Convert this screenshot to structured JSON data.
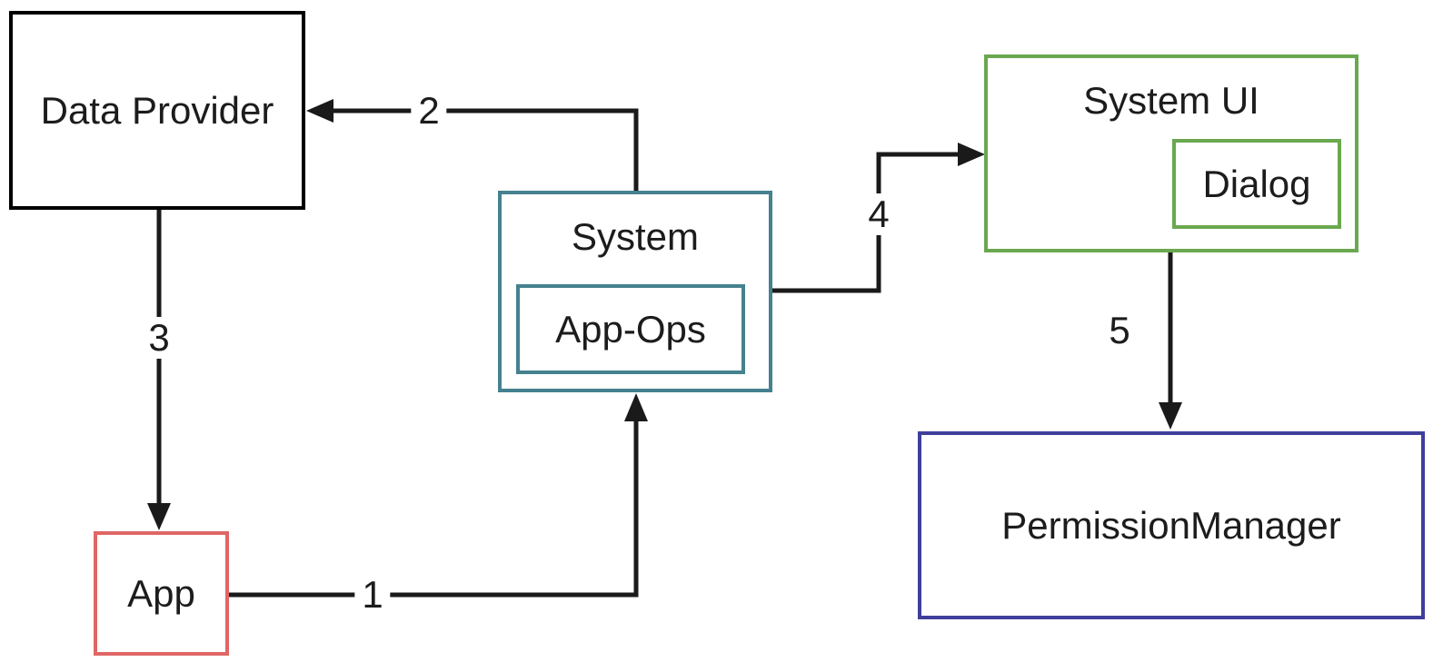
{
  "diagram": {
    "nodes": {
      "data_provider": {
        "label": "Data Provider",
        "border_color": "#000000"
      },
      "app": {
        "label": "App",
        "border_color": "#e06666"
      },
      "system": {
        "label": "System",
        "border_color": "#45818e"
      },
      "app_ops": {
        "label": "App-Ops",
        "border_color": "#45818e"
      },
      "system_ui": {
        "label": "System UI",
        "border_color": "#6aa84f"
      },
      "dialog": {
        "label": "Dialog",
        "border_color": "#6aa84f"
      },
      "permission_manager": {
        "label": "PermissionManager",
        "border_color": "#3f3f9b"
      }
    },
    "edges": [
      {
        "label": "1",
        "from": "app",
        "to": "system"
      },
      {
        "label": "2",
        "from": "system",
        "to": "data_provider"
      },
      {
        "label": "3",
        "from": "data_provider",
        "to": "app"
      },
      {
        "label": "4",
        "from": "system",
        "to": "system_ui"
      },
      {
        "label": "5",
        "from": "system_ui",
        "to": "permission_manager"
      }
    ],
    "arrow_color": "#1a1a1a"
  }
}
